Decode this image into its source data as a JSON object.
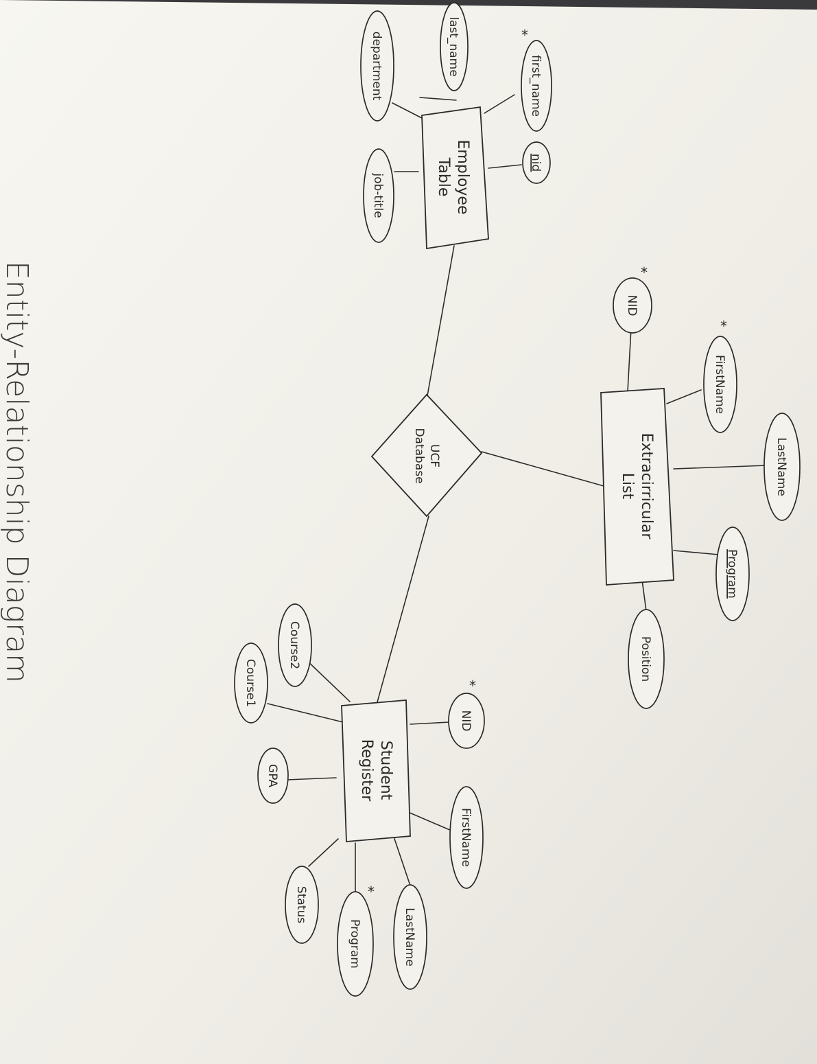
{
  "title": "Entity-Relationship Diagram",
  "relationship": {
    "line1": "UCF",
    "line2": "Database"
  },
  "entities": {
    "employee": {
      "line1": "Employee",
      "line2": "Table"
    },
    "extra": {
      "line1": "Extracirricular",
      "line2": "List"
    },
    "student": {
      "line1": "Student",
      "line2": "Register"
    }
  },
  "attributes": {
    "employee": [
      "first_name",
      "nid",
      "last_name",
      "department",
      "job-title"
    ],
    "extra": [
      "NID",
      "FirstName",
      "LastName",
      "Program",
      "Position"
    ],
    "student": [
      "NID",
      "FirstName",
      "LastName",
      "Program",
      "Status",
      "GPA",
      "Course1",
      "Course2"
    ]
  },
  "key_marker": "*",
  "colors": {
    "paper": "#f4f2ec",
    "ink": "#2a2a2a",
    "background": "#3a3a3c"
  }
}
